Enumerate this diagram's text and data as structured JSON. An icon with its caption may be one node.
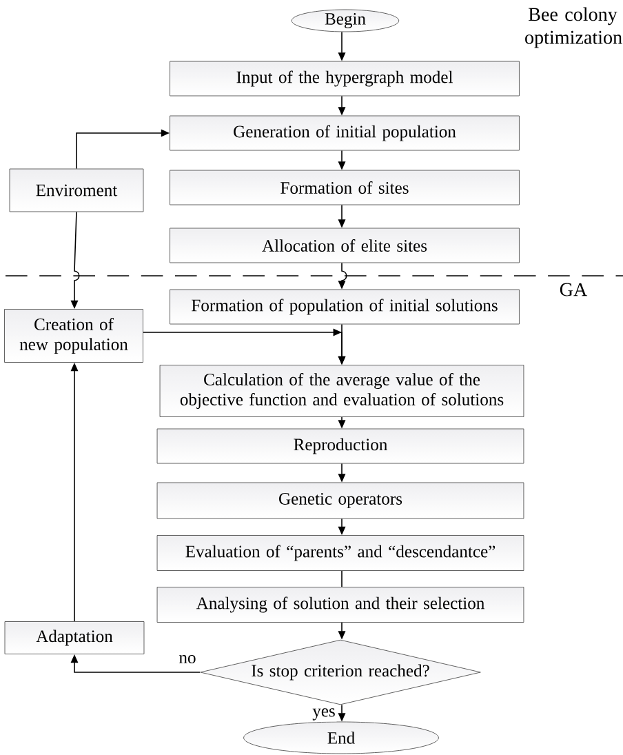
{
  "diagram": {
    "nodes": [
      {
        "text": [
          "Begin"
        ]
      },
      {
        "text": [
          "Input of the hypergraph model"
        ]
      },
      {
        "text": [
          "Generation of initial population"
        ]
      },
      {
        "text": [
          "Formation of sites"
        ]
      },
      {
        "text": [
          "Allocation of elite sites"
        ]
      },
      {
        "text": [
          "Enviroment"
        ]
      },
      {
        "text": [
          "Formation of population of initial solutions"
        ]
      },
      {
        "text": [
          "Creation of new population"
        ]
      },
      {
        "text": [
          "Calculation of the average value of the objective function and evaluation of solutions"
        ]
      },
      {
        "text": [
          "Reproduction"
        ]
      },
      {
        "text": [
          "Genetic operators"
        ]
      },
      {
        "text": [
          "Evaluation of “parents” and “descendantce”"
        ]
      },
      {
        "text": [
          "Analysing of solution and their selection"
        ]
      },
      {
        "text": [
          "Adaptation"
        ]
      },
      {
        "text": [
          "Is stop criterion reached?"
        ]
      },
      {
        "text": [
          "End"
        ]
      }
    ],
    "edges": [
      {
        "from": 0,
        "to": 1,
        "arrow": "to"
      },
      {
        "from": 1,
        "to": 2,
        "arrow": "to"
      },
      {
        "from": 2,
        "to": 3,
        "arrow": "to"
      },
      {
        "from": 3,
        "to": 4,
        "arrow": "to"
      },
      {
        "from": 4,
        "to": 6,
        "arrow": "to"
      },
      {
        "from": 6,
        "to": 8,
        "arrow": "to"
      },
      {
        "from": 7,
        "to": 8,
        "arrow": "to"
      },
      {
        "from": 8,
        "to": 9,
        "arrow": "to"
      },
      {
        "from": 9,
        "to": 10,
        "arrow": "to"
      },
      {
        "from": 10,
        "to": 11,
        "arrow": "to"
      },
      {
        "from": 11,
        "to": 12,
        "arrow": "none"
      },
      {
        "from": 12,
        "to": 14,
        "arrow": "to"
      },
      {
        "from": 14,
        "to": 15,
        "arrow": "to",
        "label": "yes"
      },
      {
        "from": 14,
        "to": 13,
        "arrow": "to",
        "label": "no"
      },
      {
        "from": 13,
        "to": 7,
        "arrow": "to"
      },
      {
        "from": 5,
        "to": 2,
        "arrow": "to"
      },
      {
        "from": 5,
        "to": 7,
        "arrow": "to"
      }
    ],
    "labels": [
      "Bee colony optimization",
      "GA"
    ]
  }
}
